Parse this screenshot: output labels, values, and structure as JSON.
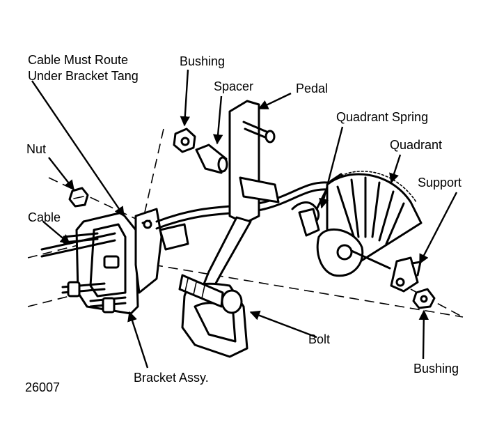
{
  "figure_number": "26007",
  "labels": {
    "cable_route_line1": "Cable Must Route",
    "cable_route_line2": "Under Bracket Tang",
    "bushing_top": "Bushing",
    "spacer": "Spacer",
    "pedal": "Pedal",
    "quadrant_spring": "Quadrant Spring",
    "quadrant": "Quadrant",
    "support": "Support",
    "nut": "Nut",
    "cable": "Cable",
    "bolt": "Bolt",
    "bracket_assy": "Bracket Assy.",
    "bushing_bottom": "Bushing"
  },
  "colors": {
    "ink": "#000000",
    "paper": "#ffffff"
  }
}
